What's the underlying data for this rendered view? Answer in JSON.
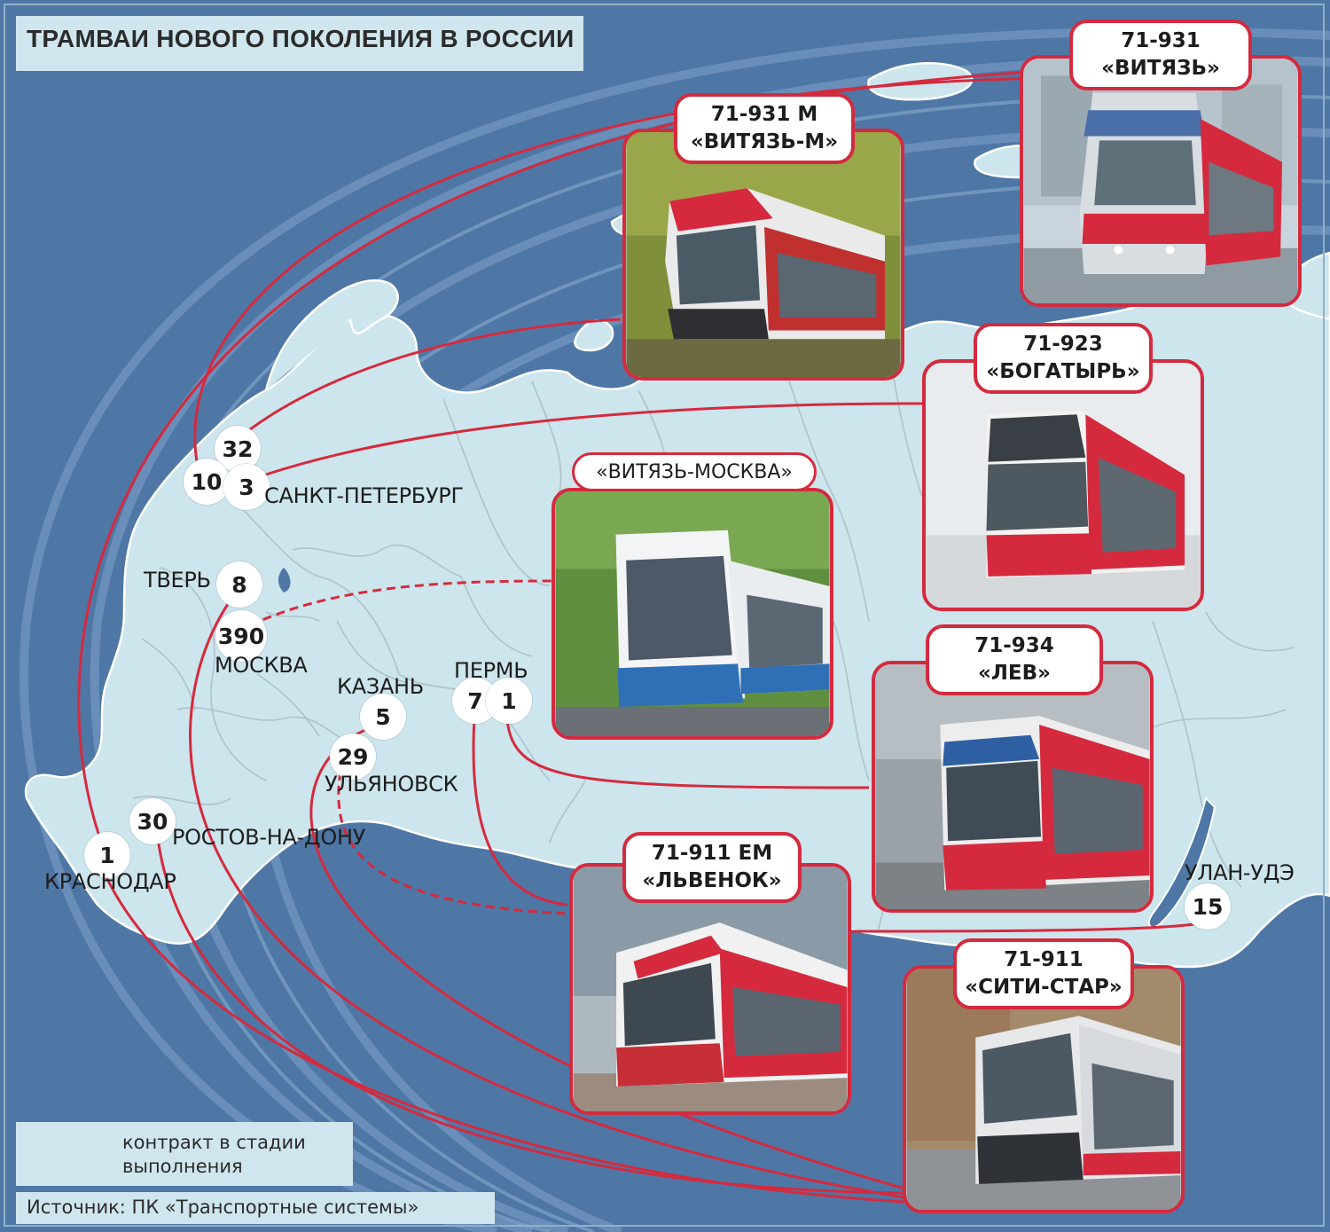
{
  "title": "ТРАМВАИ НОВОГО ПОКОЛЕНИЯ В РОССИИ",
  "colors": {
    "route_line": "#d52a3e",
    "land": "#cde5ec",
    "sea": "#4e77a6",
    "card_border": "#d52a3e"
  },
  "cities": {
    "spb": {
      "label": "САНКТ-ПЕТЕРБУРГ",
      "counts": [
        "32",
        "10",
        "3"
      ]
    },
    "tver": {
      "label": "ТВЕРЬ",
      "count": "8"
    },
    "moscow": {
      "label": "МОСКВА",
      "count": "390"
    },
    "kazan": {
      "label": "КАЗАНЬ",
      "count": "5"
    },
    "perm": {
      "label": "ПЕРМЬ",
      "counts": [
        "7",
        "1"
      ]
    },
    "ulyanovsk": {
      "label": "УЛЬЯНОВСК",
      "count": "29"
    },
    "rostov": {
      "label": "РОСТОВ-НА-ДОНУ",
      "count": "30"
    },
    "krasnodar": {
      "label": "КРАСНОДАР",
      "count": "1"
    },
    "ulanude": {
      "label": "УЛАН-УДЭ",
      "count": "15"
    }
  },
  "models": {
    "vityaz": {
      "line1": "71-931",
      "line2": "«ВИТЯЗЬ»"
    },
    "vityaz_m": {
      "line1": "71-931 М",
      "line2": "«ВИТЯЗЬ-М»"
    },
    "bogatyr": {
      "line1": "71-923",
      "line2": "«БОГАТЫРЬ»"
    },
    "vityaz_moskva": {
      "line1": "«ВИТЯЗЬ-МОСКВА»"
    },
    "lev": {
      "line1": "71-934",
      "line2": "«ЛЕВ»"
    },
    "lvenok": {
      "line1": "71-911 ЕМ",
      "line2": "«ЛЬВЕНОК»"
    },
    "city_star": {
      "line1": "71-911",
      "line2": "«СИТИ-СТАР»"
    }
  },
  "legend": {
    "line1": "контракт в стадии",
    "line2": "выполнения"
  },
  "source": "Источник: ПК «Транспортные системы»"
}
